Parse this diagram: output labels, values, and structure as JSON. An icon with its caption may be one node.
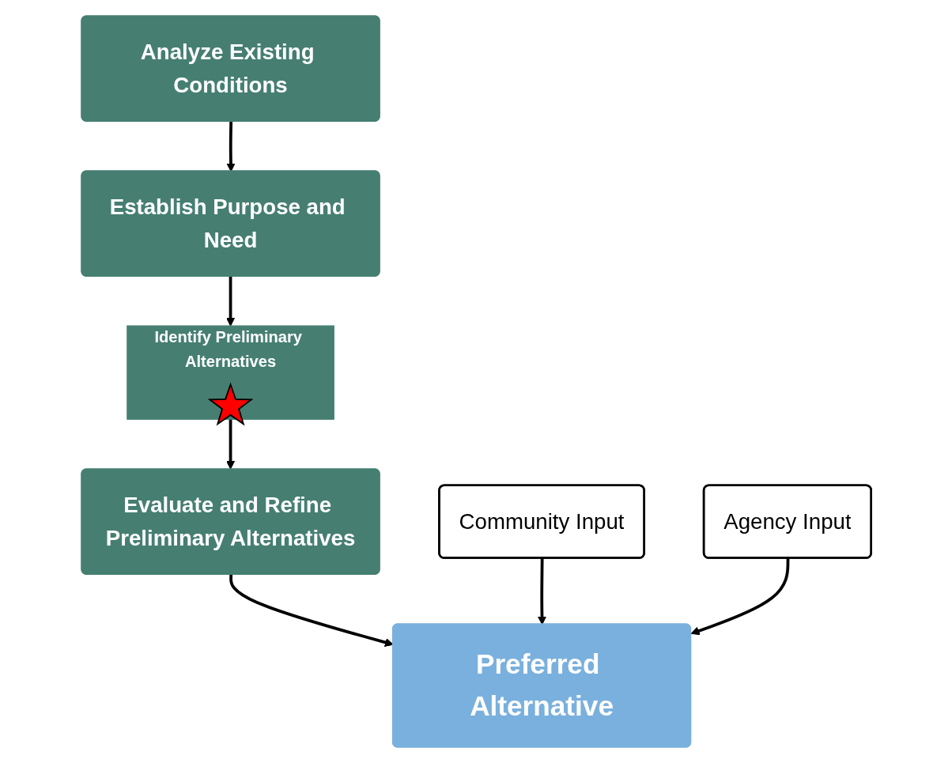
{
  "diagram": {
    "nodes": [
      {
        "text": [
          "Analyze Existing Conditions"
        ]
      },
      {
        "text": [
          "Establish Purpose and Need"
        ]
      },
      {
        "text": [
          "Identify Preliminary Alternatives"
        ]
      },
      {
        "text": [
          "Evaluate and Refine Preliminary Alternatives"
        ]
      },
      {
        "text": [
          "Community Input"
        ]
      },
      {
        "text": [
          "Agency Input"
        ]
      },
      {
        "text": [
          "Preferred Alternative"
        ]
      },
      {
        "text": [],
        "shape": "star",
        "in": 2
      }
    ],
    "edges": [
      {
        "from": 0,
        "to": 1,
        "arrow": "to"
      },
      {
        "from": 1,
        "to": 2,
        "arrow": "to"
      },
      {
        "from": 2,
        "to": 3,
        "arrow": "to"
      },
      {
        "from": 3,
        "to": 6,
        "arrow": "to"
      },
      {
        "from": 4,
        "to": 6,
        "arrow": "to"
      },
      {
        "from": 5,
        "to": 6,
        "arrow": "to"
      }
    ]
  }
}
